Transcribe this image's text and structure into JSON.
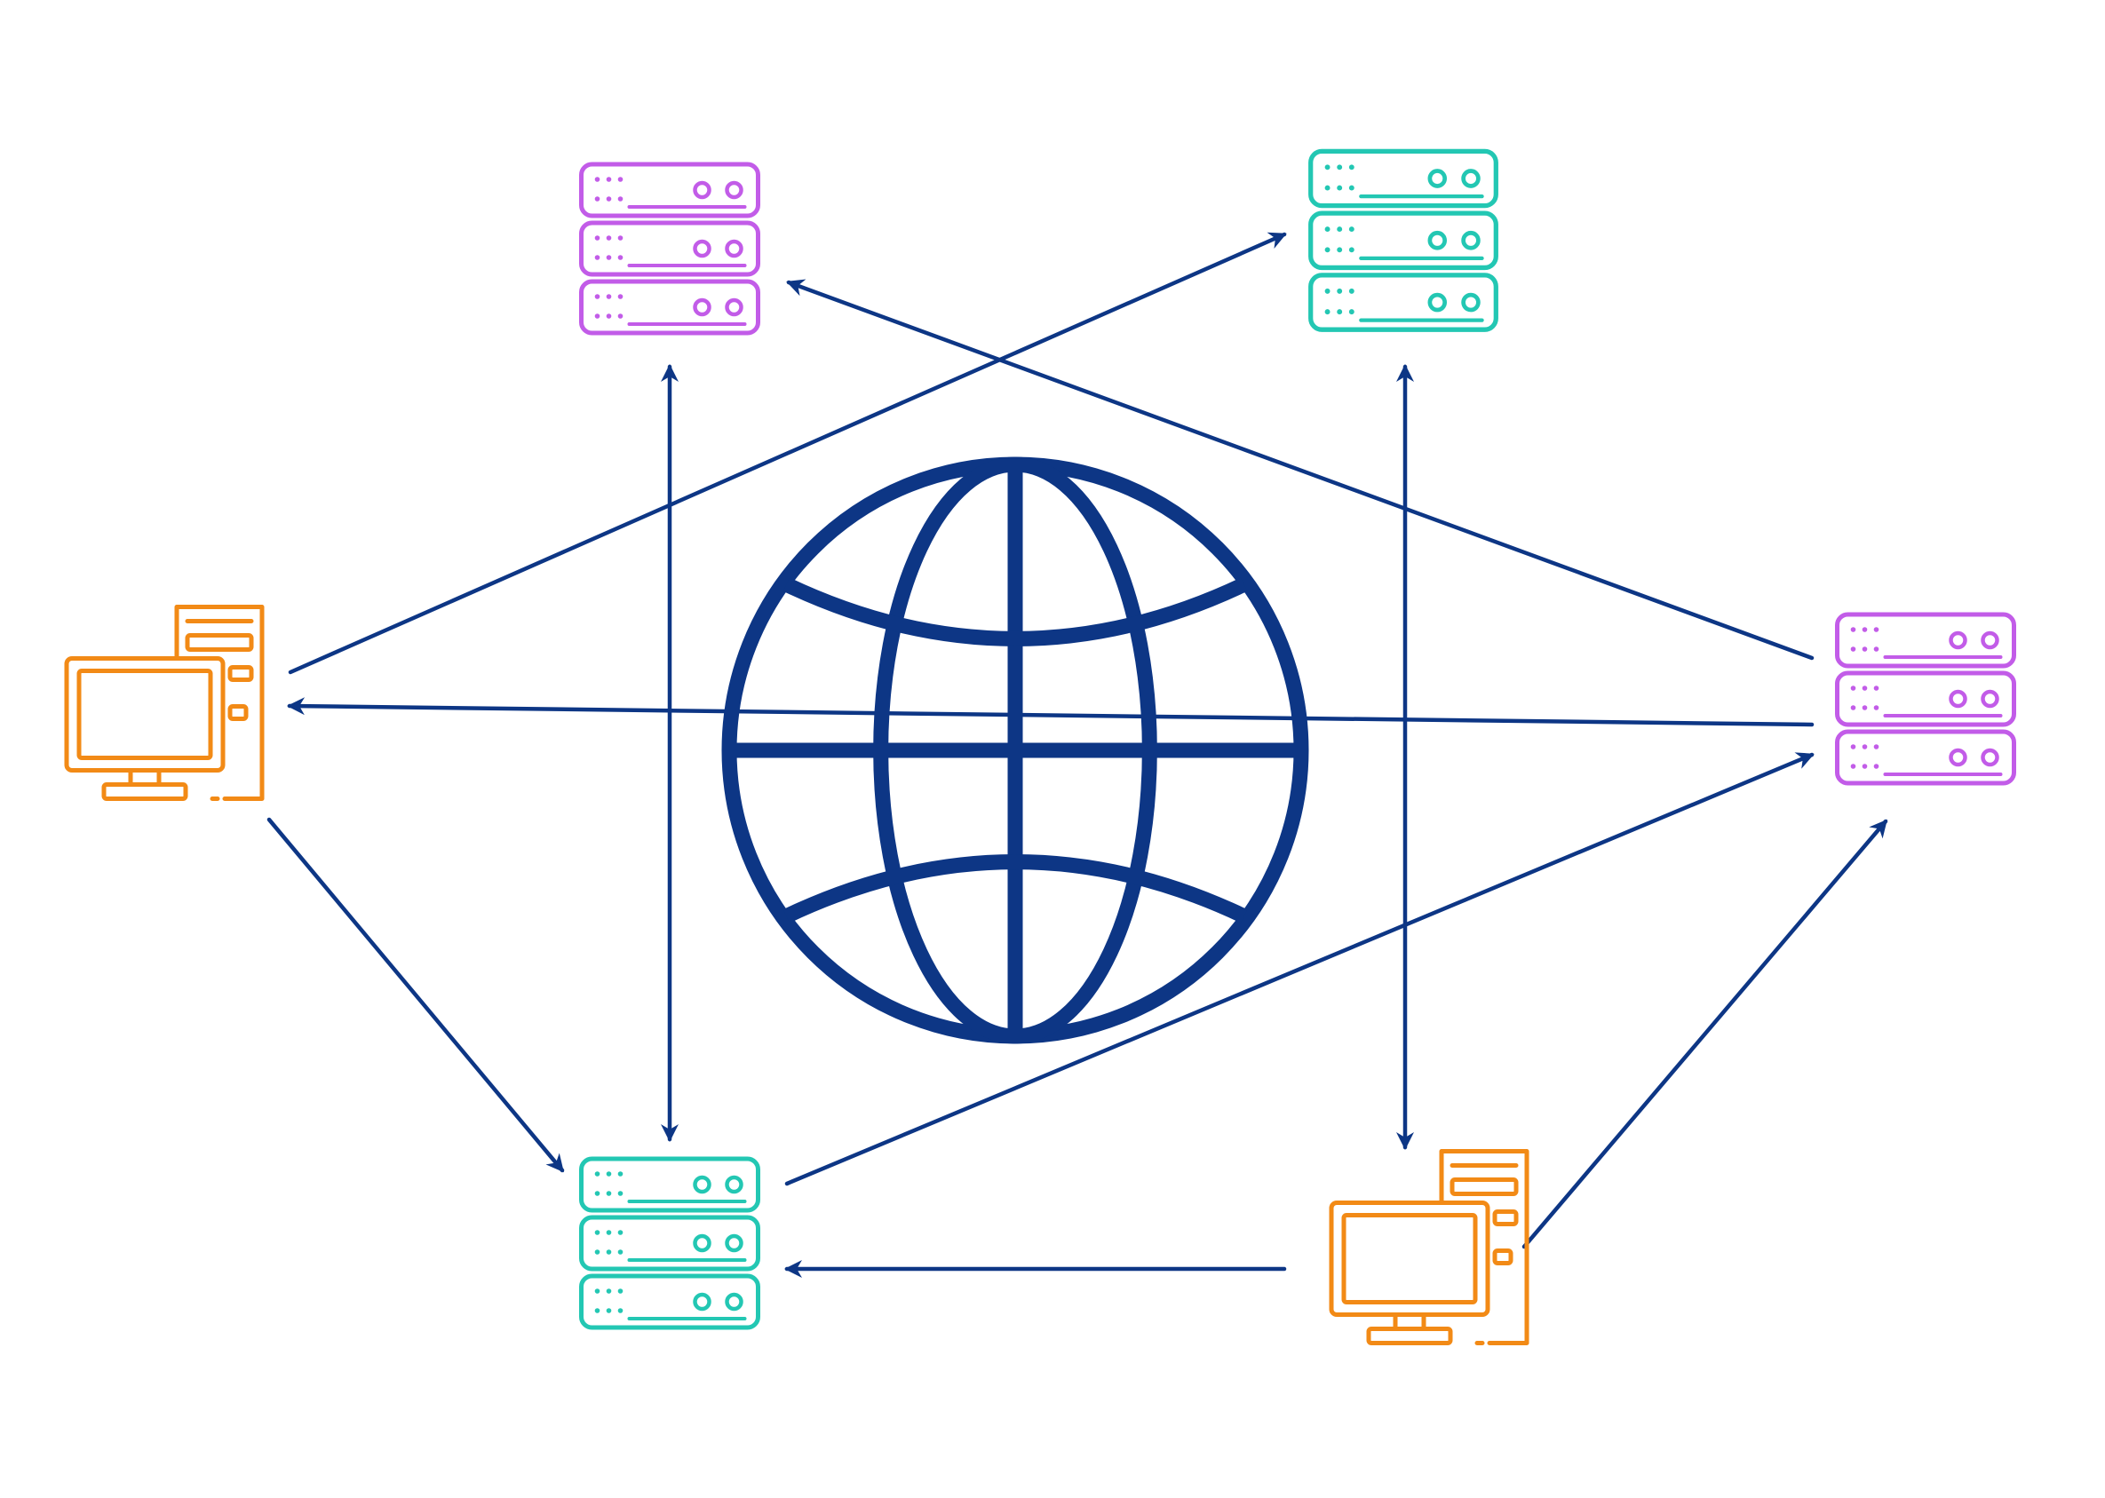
{
  "diagram": {
    "colors": {
      "background": "#ffffff",
      "connector": "#0d3685",
      "globe": "#0d3685",
      "server_purple": "#c25ce8",
      "server_teal": "#23c7b3",
      "computer_orange": "#f28a16"
    },
    "nodes": [
      {
        "id": "globe",
        "icon": "globe-icon",
        "kind": "network",
        "color": "globe"
      },
      {
        "id": "server-top-left",
        "icon": "server-rack-icon",
        "kind": "server",
        "color": "server_purple"
      },
      {
        "id": "server-top-right",
        "icon": "server-rack-icon",
        "kind": "server",
        "color": "server_teal"
      },
      {
        "id": "server-right",
        "icon": "server-rack-icon",
        "kind": "server",
        "color": "server_purple"
      },
      {
        "id": "server-bottom-left",
        "icon": "server-rack-icon",
        "kind": "server",
        "color": "server_teal"
      },
      {
        "id": "computer-left",
        "icon": "desktop-computer-icon",
        "kind": "computer",
        "color": "computer_orange"
      },
      {
        "id": "computer-bottom-right",
        "icon": "desktop-computer-icon",
        "kind": "computer",
        "color": "computer_orange"
      }
    ],
    "connections": [
      {
        "from": "computer-left",
        "to": "server-top-right",
        "direction": "forward"
      },
      {
        "from": "server-right",
        "to": "server-top-left",
        "direction": "forward"
      },
      {
        "from": "server-right",
        "to": "computer-left",
        "direction": "forward"
      },
      {
        "from": "computer-left",
        "to": "server-bottom-left",
        "direction": "forward"
      },
      {
        "from": "server-bottom-left",
        "to": "server-right",
        "direction": "forward"
      },
      {
        "from": "computer-bottom-right",
        "to": "server-right",
        "direction": "forward"
      },
      {
        "from": "computer-bottom-right",
        "to": "server-bottom-left",
        "direction": "forward"
      },
      {
        "from": "server-top-left",
        "to": "server-bottom-left",
        "direction": "both"
      },
      {
        "from": "server-top-right",
        "to": "computer-bottom-right",
        "direction": "both"
      }
    ]
  }
}
